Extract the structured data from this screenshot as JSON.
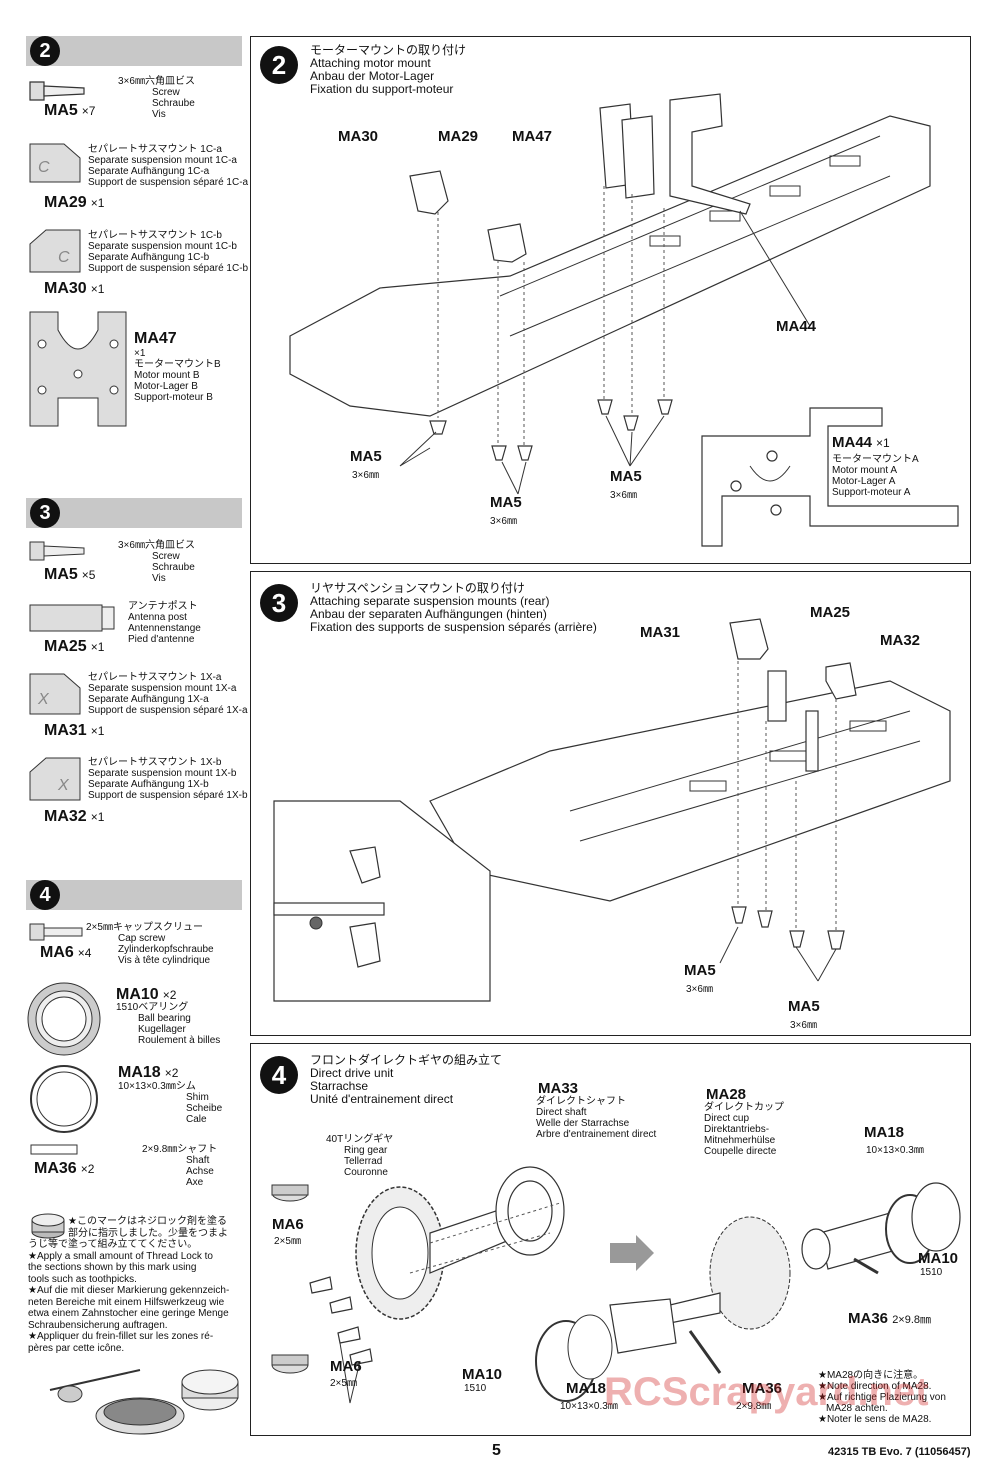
{
  "sidebar": {
    "s2": {
      "num": "2",
      "ma5": {
        "code": "MA5",
        "qty": "×7",
        "lines": [
          "3×6㎜六角皿ビス",
          "Screw",
          "Schraube",
          "Vis"
        ]
      },
      "ma29": {
        "code": "MA29",
        "qty": "×1",
        "lines": [
          "セパレートサスマウント 1C-a",
          "Separate suspension mount 1C-a",
          "Separate Aufhängung 1C-a",
          "Support de suspension séparé 1C-a"
        ]
      },
      "ma30": {
        "code": "MA30",
        "qty": "×1",
        "lines": [
          "セパレートサスマウント 1C-b",
          "Separate suspension mount 1C-b",
          "Separate Aufhängung 1C-b",
          "Support de suspension séparé 1C-b"
        ]
      },
      "ma47": {
        "code": "MA47",
        "qty": "×1",
        "lines": [
          "モーターマウントB",
          "Motor mount B",
          "Motor-Lager B",
          "Support-moteur B"
        ]
      }
    },
    "s3": {
      "num": "3",
      "ma5": {
        "code": "MA5",
        "qty": "×5",
        "lines": [
          "3×6㎜六角皿ビス",
          "Screw",
          "Schraube",
          "Vis"
        ]
      },
      "ma25": {
        "code": "MA25",
        "qty": "×1",
        "lines": [
          "アンテナポスト",
          "Antenna post",
          "Antennenstange",
          "Pied d'antenne"
        ]
      },
      "ma31": {
        "code": "MA31",
        "qty": "×1",
        "lines": [
          "セパレートサスマウント 1X-a",
          "Separate suspension mount 1X-a",
          "Separate Aufhängung 1X-a",
          "Support de suspension séparé 1X-a"
        ]
      },
      "ma32": {
        "code": "MA32",
        "qty": "×1",
        "lines": [
          "セパレートサスマウント 1X-b",
          "Separate suspension mount 1X-b",
          "Separate Aufhängung 1X-b",
          "Support de suspension séparé 1X-b"
        ]
      }
    },
    "s4": {
      "num": "4",
      "ma6": {
        "code": "MA6",
        "qty": "×4",
        "lines": [
          "2×5㎜キャップスクリュー",
          "Cap screw",
          "Zylinderkopfschraube",
          "Vis à tête cylindrique"
        ]
      },
      "ma10": {
        "code": "MA10",
        "qty": "×2",
        "lines": [
          "1510ベアリング",
          "Ball bearing",
          "Kugellager",
          "Roulement à billes"
        ]
      },
      "ma18": {
        "code": "MA18",
        "qty": "×2",
        "lines": [
          "10×13×0.3㎜シム",
          "Shim",
          "Scheibe",
          "Cale"
        ]
      },
      "ma36": {
        "code": "MA36",
        "qty": "×2",
        "lines": [
          "2×9.8㎜シャフト",
          "Shaft",
          "Achse",
          "Axe"
        ]
      }
    },
    "note": [
      "★このマークはネジロック剤を塗る",
      "部分に指示しました。少量をつまよ",
      "うじ等で塗って組み立ててください。",
      "★Apply a small amount of Thread Lock to",
      "the sections shown by this mark using",
      "tools such as toothpicks.",
      "★Auf die mit dieser Markierung gekennzeich-",
      "neten Bereiche mit einem Hilfswerkzeug wie",
      "etwa einem Zahnstocher eine geringe Menge",
      "Schraubensicherung auftragen.",
      "★Appliquer du frein-fillet sur les zones ré-",
      "pères par cette icône."
    ]
  },
  "step2": {
    "num": "2",
    "title": [
      "モーターマウントの取り付け",
      "Attaching motor mount",
      "Anbau der Motor-Lager",
      "Fixation du support-moteur"
    ],
    "labels": {
      "ma30": "MA30",
      "ma29": "MA29",
      "ma47": "MA47",
      "ma44": "MA44",
      "ma5": "MA5",
      "size": "3×6㎜"
    },
    "ma44_callout": {
      "code": "MA44",
      "qty": "×1",
      "lines": [
        "モーターマウントA",
        "Motor mount A",
        "Motor-Lager A",
        "Support-moteur A"
      ]
    }
  },
  "step3": {
    "num": "3",
    "title": [
      "リヤサスペンションマウントの取り付け",
      "Attaching separate suspension mounts (rear)",
      "Anbau der separaten Aufhängungen (hinten)",
      "Fixation des supports de suspension séparés (arrière)"
    ],
    "labels": {
      "ma31": "MA31",
      "ma25": "MA25",
      "ma32": "MA32",
      "ma5": "MA5",
      "size": "3×6㎜"
    }
  },
  "step4": {
    "num": "4",
    "title": [
      "フロントダイレクトギヤの組み立て",
      "Direct drive unit",
      "Starrachse",
      "Unité d'entrainement direct"
    ],
    "ma33": {
      "code": "MA33",
      "lines": [
        "ダイレクトシャフト",
        "Direct shaft",
        "Welle der Starrachse",
        "Arbre d'entrainement direct"
      ]
    },
    "gear": [
      "40Tリングギヤ",
      "Ring gear",
      "Tellerrad",
      "Couronne"
    ],
    "ma28": {
      "code": "MA28",
      "lines": [
        "ダイレクトカップ",
        "Direct cup",
        "Direktantriebs-",
        "Mitnehmerhülse",
        "Coupelle directe"
      ]
    },
    "ma18": {
      "code": "MA18",
      "size": "10×13×0.3㎜"
    },
    "ma10": {
      "code": "MA10",
      "sub": "1510"
    },
    "ma36": {
      "code": "MA36",
      "size": "2×9.8㎜"
    },
    "ma6": {
      "code": "MA6",
      "size": "2×5㎜"
    },
    "note": [
      "★MA28の向きに注意。",
      "★Note direction of MA28.",
      "★Auf richtige Plazierung von",
      "MA28 achten.",
      "★Noter le sens de MA28."
    ]
  },
  "footer": {
    "page": "5",
    "code": "42315 TB Evo. 7 (11056457)",
    "watermark": "RCScrapyard.net"
  }
}
